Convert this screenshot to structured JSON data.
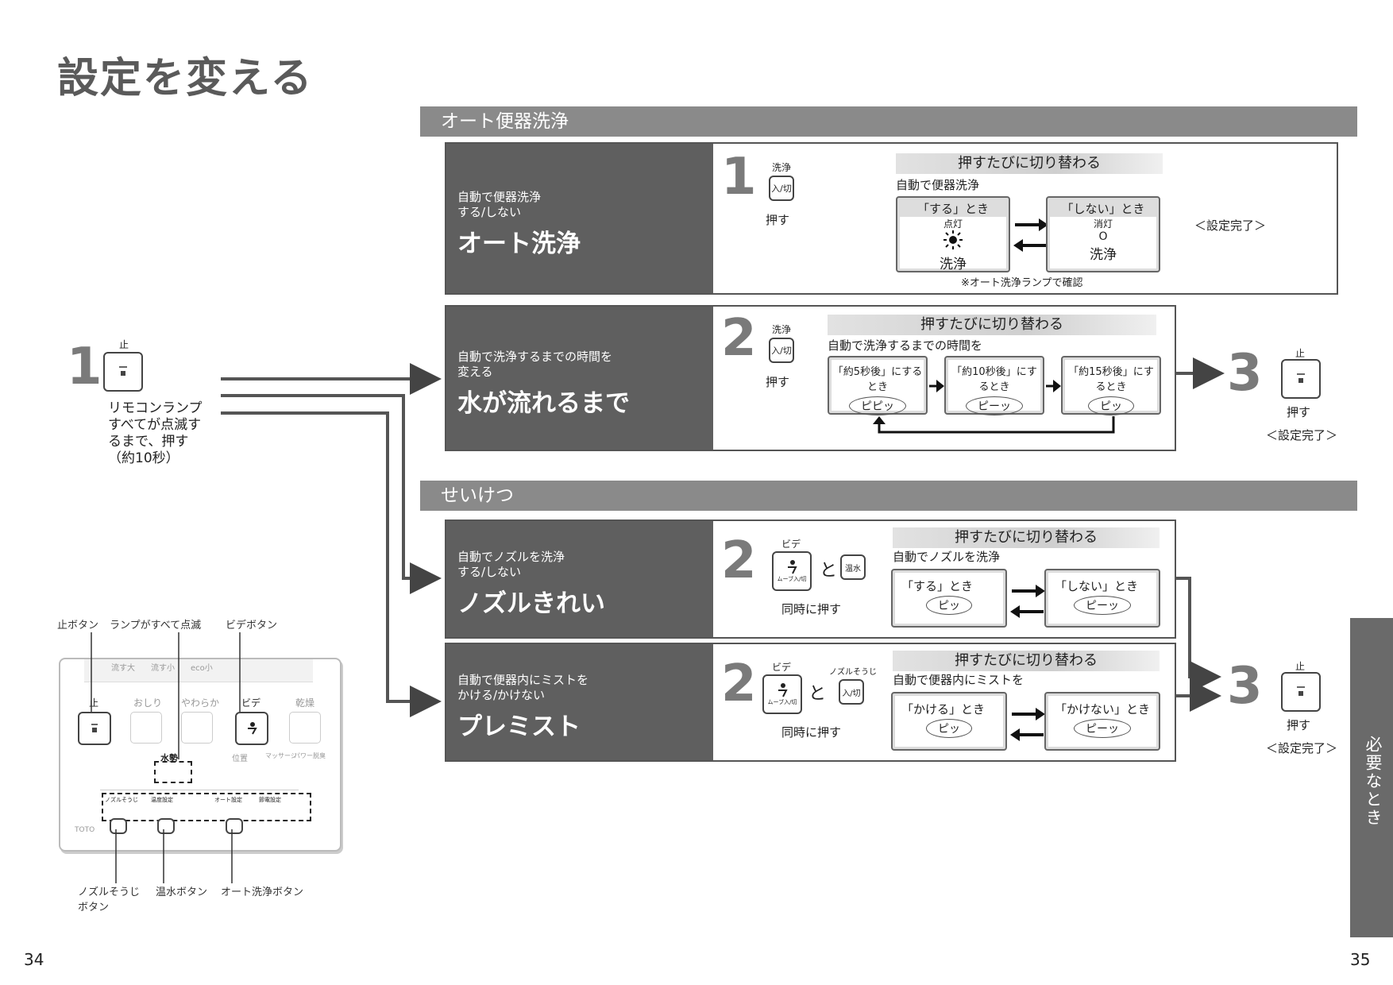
{
  "title": "設定を変える",
  "page_left": "34",
  "page_right": "35",
  "side_tab": "必要なとき",
  "left": {
    "step_num": "1",
    "stop_label": "止",
    "instruction": [
      "リモコンランプ",
      "すべてが点滅す",
      "るまで、押す",
      "（約10秒）"
    ]
  },
  "remote": {
    "callout_stop": "止ボタン",
    "callout_lamps": "ランプがすべて点滅",
    "callout_bidet": "ビデボタン",
    "callout_nozzle": "ノズルそうじ",
    "callout_nozzle2": "ボタン",
    "callout_warm": "温水ボタン",
    "callout_auto": "オート洗浄ボタン",
    "top_labels": [
      "流す大",
      "流す小",
      "eco小"
    ],
    "row_labels": [
      "止",
      "おしり",
      "やわらか",
      "ビデ",
      "乾燥"
    ],
    "water_label": "水勢",
    "pos_label": "位置",
    "mass_label": "マッサージ",
    "dry_label": "パワー脱臭",
    "brand": "TOTO",
    "bottom_labels": [
      "ノズルそうじ",
      "温度設定",
      "オート設定",
      "節電設定"
    ]
  },
  "section_auto": {
    "band": "オート便器洗浄",
    "card1": {
      "sub": [
        "自動で便器洗浄",
        "する/しない"
      ],
      "big": "オート洗浄",
      "step_num": "1",
      "btn_top": "洗浄",
      "btn": "入/切",
      "press": "押す",
      "header": "押すたびに切り替わる",
      "desc": "自動で便器洗浄",
      "opt1_title": "「する」とき",
      "opt1_l1": "点灯",
      "opt1_l2": "洗浄",
      "opt2_title": "「しない」とき",
      "opt2_l1": "消灯",
      "opt2_sym": "O",
      "opt2_l2": "洗浄",
      "note": "※オート洗浄ランプで確認",
      "done": "＜設定完了＞"
    },
    "card2": {
      "sub": [
        "自動で洗浄するまでの時間を",
        "変える"
      ],
      "big": "水が流れるまで",
      "step_num": "2",
      "btn_top": "洗浄",
      "btn": "入/切",
      "press": "押す",
      "header": "押すたびに切り替わる",
      "desc": "自動で洗浄するまでの時間を",
      "opts": [
        {
          "title": "「約5秒後」にするとき",
          "beep": "ピピッ"
        },
        {
          "title": "「約10秒後」にするとき",
          "beep": "ピーッ"
        },
        {
          "title": "「約15秒後」にするとき",
          "beep": "ピッ"
        }
      ],
      "after_num": "3",
      "after_stop": "止",
      "after_press": "押す",
      "after_done": "＜設定完了＞"
    }
  },
  "section_clean": {
    "band": "せいけつ",
    "card3": {
      "sub": [
        "自動でノズルを洗浄",
        "する/しない"
      ],
      "big": "ノズルきれい",
      "step_num": "2",
      "btn1_top": "ビデ",
      "btn1": "ムーブ入/切",
      "and": "と",
      "btn2": "温水",
      "press": "同時に押す",
      "header": "押すたびに切り替わる",
      "desc": "自動でノズルを洗浄",
      "opt1_title": "「する」とき",
      "opt1_beep": "ピッ",
      "opt2_title": "「しない」とき",
      "opt2_beep": "ピーッ"
    },
    "card4": {
      "sub": [
        "自動で便器内にミストを",
        "かける/かけない"
      ],
      "big": "プレミスト",
      "step_num": "2",
      "btn1_top": "ビデ",
      "btn1": "ムーブ入/切",
      "and": "と",
      "btn2_top": "ノズルそうじ",
      "btn2": "入/切",
      "press": "同時に押す",
      "header": "押すたびに切り替わる",
      "desc": "自動で便器内にミストを",
      "opt1_title": "「かける」とき",
      "opt1_beep": "ピッ",
      "opt2_title": "「かけない」とき",
      "opt2_beep": "ピーッ"
    },
    "after_num": "3",
    "after_stop": "止",
    "after_press": "押す",
    "after_done": "＜設定完了＞"
  }
}
